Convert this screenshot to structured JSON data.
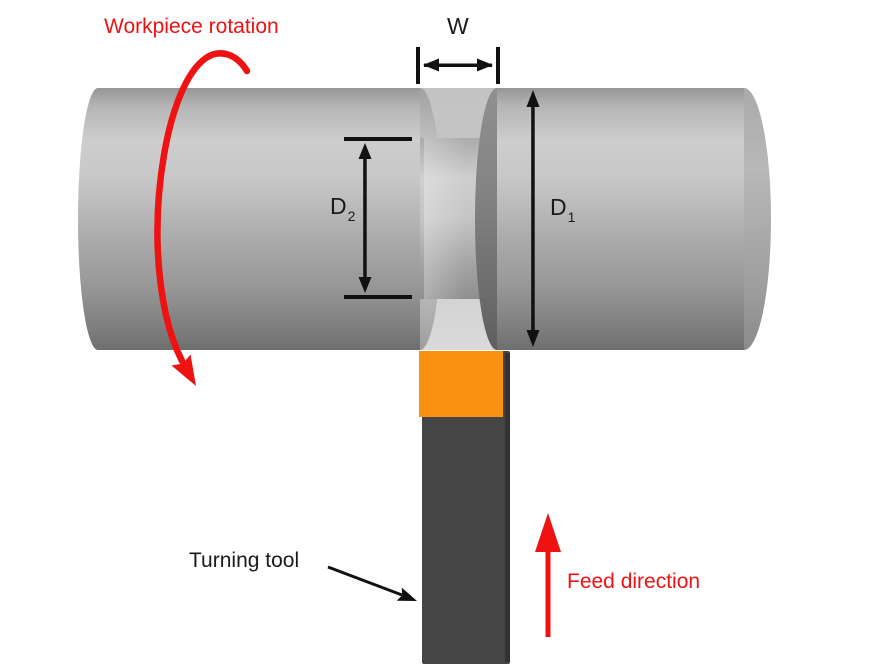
{
  "diagram": {
    "description": "Groove turning operation diagram",
    "labels": {
      "workpiece_rotation": "Workpiece rotation",
      "groove_width": {
        "text": "W"
      },
      "groove_diameter": {
        "text": "D",
        "sub": "2"
      },
      "outer_diameter": {
        "text": "D",
        "sub": "1"
      },
      "turning_tool": "Turning tool",
      "feed_direction": "Feed direction"
    },
    "colors": {
      "annotation_red": "#ee1212",
      "dimension_black": "#111111",
      "tool_insert_orange": "#fa9110",
      "tool_shank_gray": "#454545",
      "tool_shank_edge_gray": "#333333",
      "workpiece_gray_light": "#cdcdcd",
      "workpiece_gray_dark": "#6e6e6e",
      "background": "#ffffff"
    }
  }
}
